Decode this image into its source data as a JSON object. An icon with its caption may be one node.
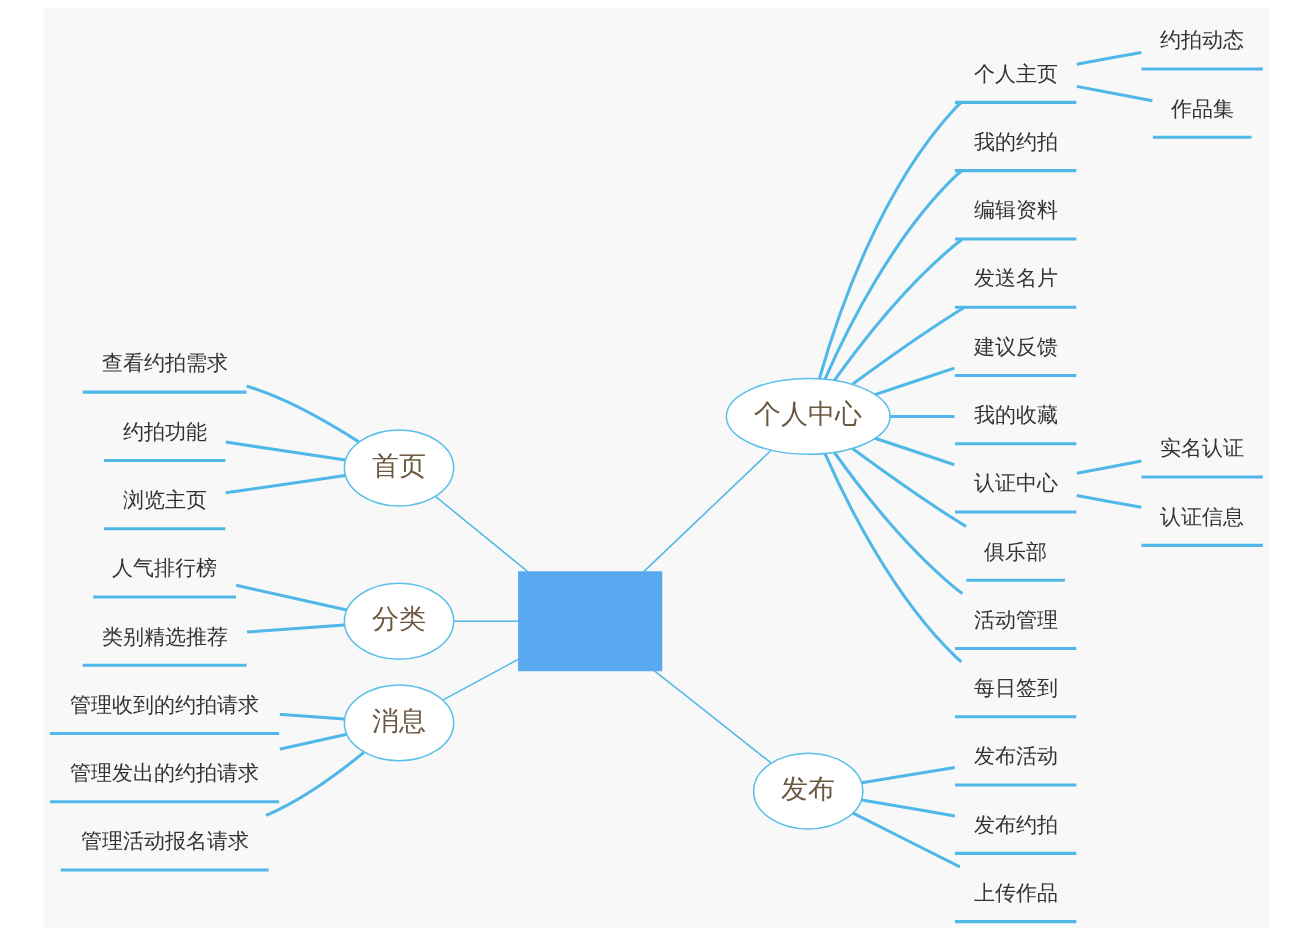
{
  "diagram": {
    "nodes": [
      {
        "text": [],
        "shape": "box"
      },
      {
        "text": [
          "首页"
        ]
      },
      {
        "text": [
          "查看约拍需求"
        ]
      },
      {
        "text": [
          "约拍功能"
        ]
      },
      {
        "text": [
          "浏览主页"
        ]
      },
      {
        "text": [
          "分类"
        ]
      },
      {
        "text": [
          "人气排行榜"
        ]
      },
      {
        "text": [
          "类别精选推荐"
        ]
      },
      {
        "text": [
          "消息"
        ]
      },
      {
        "text": [
          "管理收到的约拍请求"
        ]
      },
      {
        "text": [
          "管理发出的约拍请求"
        ]
      },
      {
        "text": [
          "管理活动报名请求"
        ]
      },
      {
        "text": [
          "个人中心"
        ]
      },
      {
        "text": [
          "个人主页"
        ]
      },
      {
        "text": [
          "约拍动态"
        ]
      },
      {
        "text": [
          "作品集"
        ]
      },
      {
        "text": [
          "我的约拍"
        ]
      },
      {
        "text": [
          "编辑资料"
        ]
      },
      {
        "text": [
          "发送名片"
        ]
      },
      {
        "text": [
          "建议反馈"
        ]
      },
      {
        "text": [
          "我的收藏"
        ]
      },
      {
        "text": [
          "认证中心"
        ]
      },
      {
        "text": [
          "实名认证"
        ]
      },
      {
        "text": [
          "认证信息"
        ]
      },
      {
        "text": [
          "俱乐部"
        ]
      },
      {
        "text": [
          "活动管理"
        ]
      },
      {
        "text": [
          "每日签到"
        ]
      },
      {
        "text": [
          "发布"
        ]
      },
      {
        "text": [
          "发布活动"
        ]
      },
      {
        "text": [
          "发布约拍"
        ]
      },
      {
        "text": [
          "上传作品"
        ]
      }
    ],
    "edges": [
      {
        "from": 0,
        "to": 1,
        "arrow": "none"
      },
      {
        "from": 1,
        "to": 2,
        "arrow": "none"
      },
      {
        "from": 1,
        "to": 3,
        "arrow": "none"
      },
      {
        "from": 1,
        "to": 4,
        "arrow": "none"
      },
      {
        "from": 0,
        "to": 5,
        "arrow": "none"
      },
      {
        "from": 5,
        "to": 6,
        "arrow": "none"
      },
      {
        "from": 5,
        "to": 7,
        "arrow": "none"
      },
      {
        "from": 0,
        "to": 8,
        "arrow": "none"
      },
      {
        "from": 8,
        "to": 9,
        "arrow": "none"
      },
      {
        "from": 8,
        "to": 10,
        "arrow": "none"
      },
      {
        "from": 8,
        "to": 11,
        "arrow": "none"
      },
      {
        "from": 0,
        "to": 12,
        "arrow": "none"
      },
      {
        "from": 12,
        "to": 13,
        "arrow": "none"
      },
      {
        "from": 13,
        "to": 14,
        "arrow": "none"
      },
      {
        "from": 13,
        "to": 15,
        "arrow": "none"
      },
      {
        "from": 12,
        "to": 16,
        "arrow": "none"
      },
      {
        "from": 12,
        "to": 17,
        "arrow": "none"
      },
      {
        "from": 12,
        "to": 18,
        "arrow": "none"
      },
      {
        "from": 12,
        "to": 19,
        "arrow": "none"
      },
      {
        "from": 12,
        "to": 20,
        "arrow": "none"
      },
      {
        "from": 12,
        "to": 21,
        "arrow": "none"
      },
      {
        "from": 21,
        "to": 22,
        "arrow": "none"
      },
      {
        "from": 21,
        "to": 23,
        "arrow": "none"
      },
      {
        "from": 12,
        "to": 24,
        "arrow": "none"
      },
      {
        "from": 12,
        "to": 25,
        "arrow": "none"
      },
      {
        "from": 12,
        "to": 26,
        "arrow": "none"
      },
      {
        "from": 0,
        "to": 27,
        "arrow": "none"
      },
      {
        "from": 27,
        "to": 28,
        "arrow": "none"
      },
      {
        "from": 27,
        "to": 29,
        "arrow": "none"
      },
      {
        "from": 27,
        "to": 30,
        "arrow": "none"
      }
    ]
  }
}
